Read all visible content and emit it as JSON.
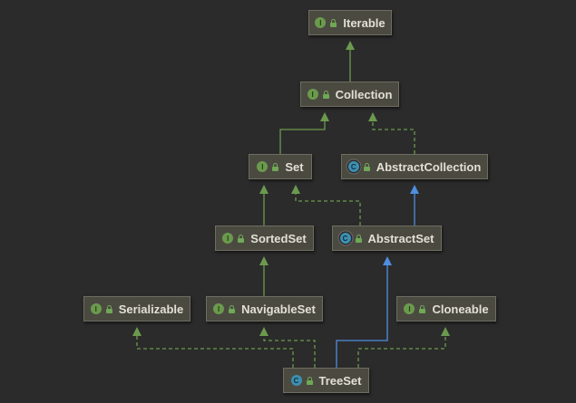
{
  "diagram": {
    "colors": {
      "background": "#2b2b2b",
      "extends_interface": "#6b9a4e",
      "implements": "#6b9a4e",
      "extends_class": "#4f8ee0",
      "node_fill": "#4b4a41"
    },
    "nodes": [
      {
        "id": "iterable",
        "label": "Iterable",
        "kind": "interface",
        "kind_letter": "I"
      },
      {
        "id": "collection",
        "label": "Collection",
        "kind": "interface",
        "kind_letter": "I"
      },
      {
        "id": "set",
        "label": "Set",
        "kind": "interface",
        "kind_letter": "I"
      },
      {
        "id": "abstract_collection",
        "label": "AbstractCollection",
        "kind": "abstract-class",
        "kind_letter": "C"
      },
      {
        "id": "sorted_set",
        "label": "SortedSet",
        "kind": "interface",
        "kind_letter": "I"
      },
      {
        "id": "abstract_set",
        "label": "AbstractSet",
        "kind": "abstract-class",
        "kind_letter": "C"
      },
      {
        "id": "serializable",
        "label": "Serializable",
        "kind": "interface",
        "kind_letter": "I"
      },
      {
        "id": "navigable_set",
        "label": "NavigableSet",
        "kind": "interface",
        "kind_letter": "I"
      },
      {
        "id": "cloneable",
        "label": "Cloneable",
        "kind": "interface",
        "kind_letter": "I"
      },
      {
        "id": "tree_set",
        "label": "TreeSet",
        "kind": "class",
        "kind_letter": "C"
      }
    ],
    "edges": [
      {
        "from": "collection",
        "to": "iterable",
        "type": "extends-interface"
      },
      {
        "from": "set",
        "to": "collection",
        "type": "extends-interface"
      },
      {
        "from": "abstract_collection",
        "to": "collection",
        "type": "implements"
      },
      {
        "from": "sorted_set",
        "to": "set",
        "type": "extends-interface"
      },
      {
        "from": "abstract_set",
        "to": "set",
        "type": "implements"
      },
      {
        "from": "abstract_set",
        "to": "abstract_collection",
        "type": "extends-class"
      },
      {
        "from": "navigable_set",
        "to": "sorted_set",
        "type": "extends-interface"
      },
      {
        "from": "tree_set",
        "to": "abstract_set",
        "type": "extends-class"
      },
      {
        "from": "tree_set",
        "to": "serializable",
        "type": "implements"
      },
      {
        "from": "tree_set",
        "to": "navigable_set",
        "type": "implements"
      },
      {
        "from": "tree_set",
        "to": "cloneable",
        "type": "implements"
      }
    ]
  }
}
